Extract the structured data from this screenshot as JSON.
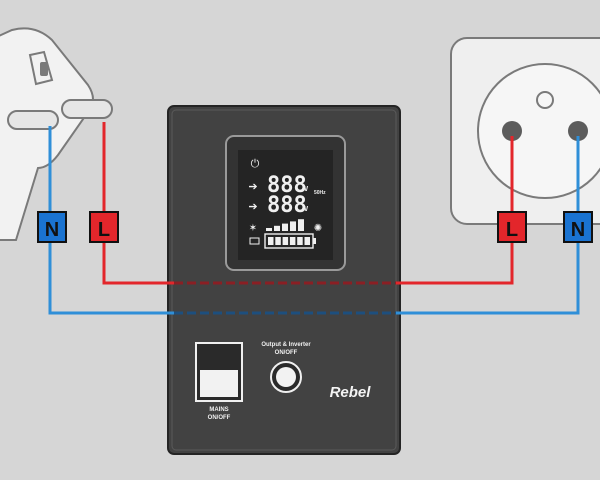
{
  "device": {
    "brand": "Rebel",
    "output_inverter_label_line1": "Output & Inverter",
    "output_inverter_label_line2": "ON/OFF",
    "mains_label_line1": "MAINS",
    "mains_label_line2": "ON/OFF"
  },
  "lcd": {
    "input_digits": "888",
    "input_unit": "V",
    "output_digits": "888",
    "output_unit": "V",
    "side_text": "50Hz",
    "load_bars_level": 1.0,
    "battery_bars_level": 1.0
  },
  "plug": {
    "neutral_label": "N",
    "live_label": "L"
  },
  "socket": {
    "live_label": "L",
    "neutral_label": "N"
  },
  "colors": {
    "background": "#d6d6d6",
    "device_body": "#404040",
    "live_wire": "#e3262b",
    "neutral_wire": "#2f8fd8",
    "neutral_tag": "#1a73d1",
    "live_tag": "#e3262b",
    "socket_face": "#f2f2f2"
  }
}
